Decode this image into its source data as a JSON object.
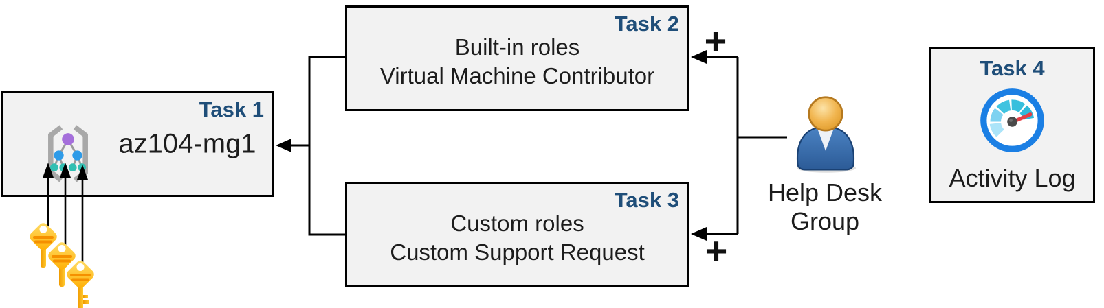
{
  "diagram": {
    "background_color": "#FFFFFF",
    "colors": {
      "task_label": "#1F4E79",
      "box_fill": "#F2F2F2",
      "box_border": "#000000",
      "connector": "#000000",
      "key_gold": "#FFC425",
      "key_stripe_orange": "#F59000",
      "person_blue": "#3B6DB5",
      "person_head_gold": "#F0B54F",
      "gauge_ring_blue": "#1B7FE4",
      "gauge_needle_red": "#E53E45",
      "mg_node_purple": "#A56FDB",
      "mg_node_blue": "#2E9BE8",
      "mg_node_teal": "#32BFB2",
      "mg_bracket_gray": "#A8A8A8"
    },
    "tasks": [
      {
        "label": "Task 1",
        "title": "az104-mg1",
        "icon": "management-group-icon"
      },
      {
        "label": "Task 2",
        "line1": "Built-in roles",
        "line2": "Virtual Machine Contributor"
      },
      {
        "label": "Task 3",
        "line1": "Custom roles",
        "line2": "Custom Support Request"
      },
      {
        "label": "Task 4",
        "title": "Activity Log",
        "icon": "gauge-icon"
      }
    ],
    "actor": {
      "icon": "user-icon",
      "line1": "Help Desk",
      "line2": "Group"
    },
    "symbols": {
      "plus": "+"
    },
    "decorations": {
      "keys_icon": "keys-icon",
      "key_count": 3
    }
  }
}
